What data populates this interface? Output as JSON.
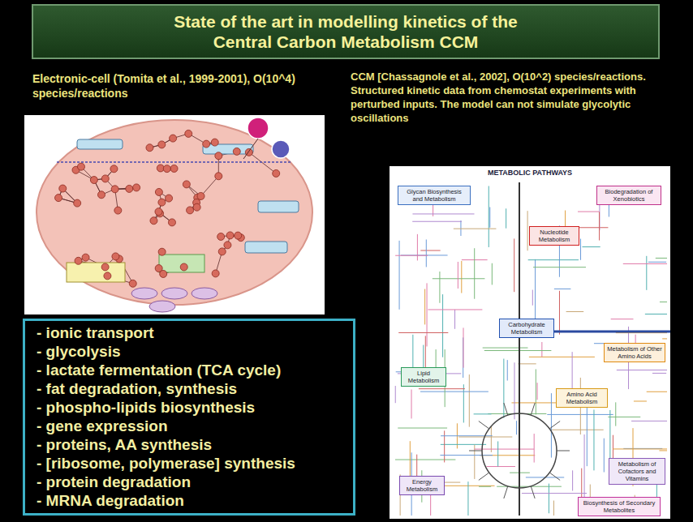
{
  "diagram": {
    "title": "State of the art in modelling kinetics of the Central Carbon Metabolism CCM",
    "nodes": [
      {
        "text": [
          "- ionic transport",
          "- glycolysis",
          "- lactate fermentation (TCA cycle)",
          "- fat degradation, synthesis",
          "- phospho-lipids biosynthesis",
          "- gene expression",
          "- proteins, AA synthesis",
          "- [ribosome, polymerase] synthesis",
          "- protein degradation",
          "- MRNA degradation"
        ]
      },
      {
        "text": [
          "METABOLIC PATHWAYS"
        ]
      },
      {
        "text": [
          "Glycan Biosynthesis and Metabolism"
        ],
        "in": 1
      },
      {
        "text": [
          "Biodegradation of Xenobiotics"
        ],
        "in": 1
      },
      {
        "text": [
          "Nucleotide Metabolism"
        ],
        "in": 1
      },
      {
        "text": [
          "Carbohydrate Metabolism"
        ],
        "in": 1
      },
      {
        "text": [
          "Lipid Metabolism"
        ],
        "in": 1
      },
      {
        "text": [
          "Metabolism of Other Amino Acids"
        ],
        "in": 1
      },
      {
        "text": [
          "Amino Acid Metabolism"
        ],
        "in": 1
      },
      {
        "text": [
          "Energy Metabolism"
        ],
        "in": 1
      },
      {
        "text": [
          "Metabolism of Cofactors and Vitamins"
        ],
        "in": 1
      },
      {
        "text": [
          "Biosynthesis of Secondary Metabolites"
        ],
        "in": 1
      }
    ],
    "labels": [
      "Electronic-cell (Tomita et al., 1999-2001), O(10^4) species/reactions",
      "CCM [Chassagnole et al., 2002], O(10^2) species/reactions. Structured kinetic data from chemostat experiments with perturbed inputs. The model can not simulate glycolytic oscillations"
    ]
  }
}
